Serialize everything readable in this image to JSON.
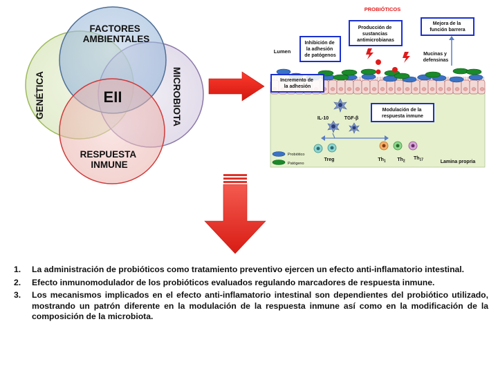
{
  "venn": {
    "factores": "FACTORES\nAMBIENTALES",
    "genetica": "GENÉTICA",
    "microbiota": "MICROBIOTA",
    "respuesta": "RESPUESTA\nINMUNE",
    "center": "EII"
  },
  "diagram": {
    "probioticos_title": "PROBIÓTICOS",
    "lumen": "Lumen",
    "inhibicion": "Inhibición de\nla adhesión\nde patógenos",
    "produccion": "Producción de\nsustancias\nantimicrobianas",
    "mejora": "Mejora de la\nfunción barrera",
    "mucinas": "Mucinas y\ndefensinas",
    "incremento": "Incremento de\nla adhesión",
    "modulacion": "Modulación de la\nrespuesta inmune",
    "il10": "IL-10",
    "tgfb": "TGF-β",
    "treg": "Treg",
    "th1": "Th",
    "th1_sub": "1",
    "th2": "Th",
    "th2_sub": "2",
    "th17": "Th",
    "th17_sub": "17",
    "legend_probiotico": "Probiótico",
    "legend_patogeno": "Patógeno",
    "lamina": "Lamina propria"
  },
  "conclusions": [
    {
      "num": "1.",
      "text": "La administración de probióticos como tratamiento preventivo ejercen un efecto anti-inflamatorio intestinal."
    },
    {
      "num": "2.",
      "text": "Efecto inmunomodulador de los probióticos evaluados regulando marcadores de respuesta inmune."
    },
    {
      "num": "3.",
      "text": "Los mecanismos implicados en el efecto anti-inflamatorio intestinal son dependientes del probiótico utilizado, mostrando un patrón diferente en la modulación de la respuesta inmune así como en la modificación de la composición de la microbiota."
    }
  ],
  "colors": {
    "arrow_red": "#e8211c",
    "probiotic_blue": "#3b72c4",
    "pathogen_green": "#1a8a2a",
    "lamina_fill": "#e6f0cc",
    "box_border": "#1a2fd0"
  }
}
